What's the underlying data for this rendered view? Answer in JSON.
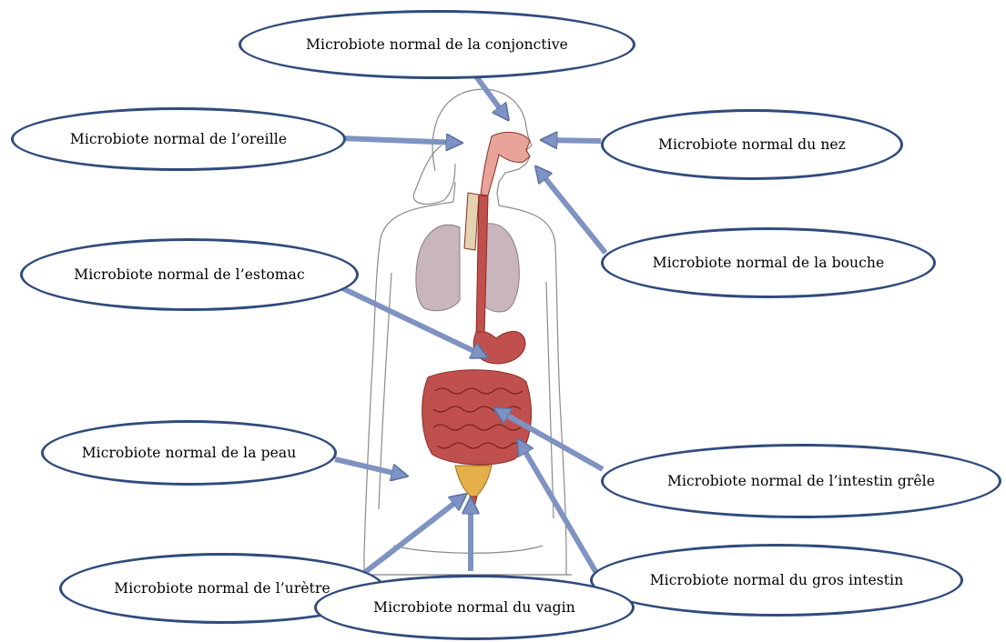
{
  "colors": {
    "ellipse_border": "#2f4b7c",
    "arrow": "#7f93c2",
    "arrow_outline": "#5a6fa3",
    "body_outline": "#8a8a8a",
    "lungs": "#c9b6bd",
    "digestive": "#c0504d",
    "intestine_dark": "#8b2b22",
    "bladder": "#e5b04a"
  },
  "labels": {
    "conjonctive": "Microbiote normal de la conjonctive",
    "oreille": "Microbiote normal de l’oreille",
    "nez": "Microbiote normal du nez",
    "bouche": "Microbiote normal de la bouche",
    "estomac": "Microbiote normal de l’estomac",
    "peau": "Microbiote normal de la peau",
    "intestin_grele": "Microbiote normal de l’intestin grêle",
    "uretre": "Microbiote normal de l’urètre",
    "gros_intestin": "Microbiote normal du gros intestin",
    "vagin": "Microbiote normal du vagin"
  }
}
